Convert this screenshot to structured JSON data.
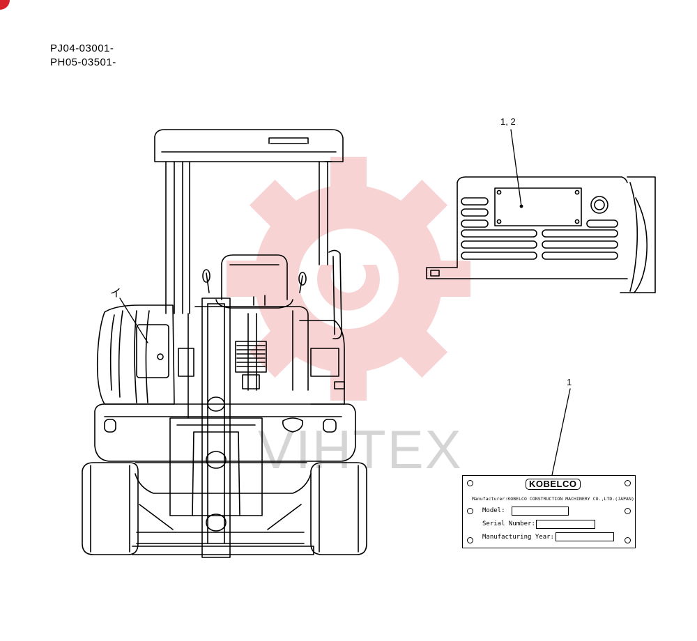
{
  "serials": [
    "PJ04-03001-",
    "PH05-03501-"
  ],
  "callouts": {
    "panel_label": "1, 2",
    "plate_label": "1",
    "location_label": "イ"
  },
  "nameplate": {
    "brand": "KOBELCO",
    "manufacturer": "Manufacturer:KOBELCO CONSTRUCTION MACHINERY CO.,LTD.(JAPAN)",
    "model_label": "Model:",
    "model_value": "",
    "serial_label": "Serial Number:",
    "serial_value": "",
    "year_label": "Manufacturing Year:",
    "year_value": ""
  },
  "watermark": {
    "text": "VIHTEX",
    "color": "#e33b3b"
  },
  "colors": {
    "line": "#000000",
    "accent": "#d8222a"
  }
}
